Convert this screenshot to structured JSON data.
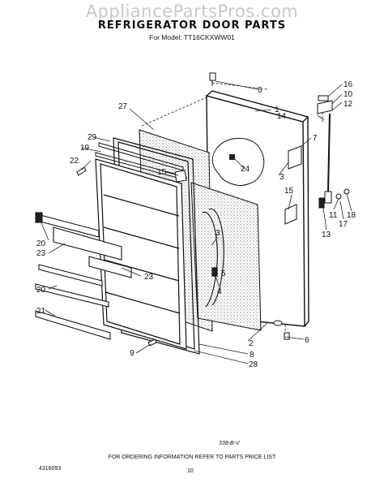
{
  "watermark": "AppliancePartsPros.com",
  "title": "REFRIGERATOR DOOR PARTS",
  "model_line": "For Model: TT16CKXWW01",
  "footer": {
    "ordering_note": "FOR ORDERING INFORMATION REFER TO PARTS PRICE LIST",
    "doc_number": "4316093",
    "page_number": "10",
    "code": "338-B-V"
  },
  "callouts": [
    "6",
    "16",
    "10",
    "12",
    "1",
    "14",
    "27",
    "7",
    "29",
    "19",
    "24",
    "22",
    "3",
    "15",
    "15",
    "11",
    "18",
    "17",
    "13",
    "20",
    "23",
    "3",
    "5",
    "4",
    "23",
    "20",
    "2",
    "6",
    "21",
    "9",
    "8",
    "28"
  ]
}
